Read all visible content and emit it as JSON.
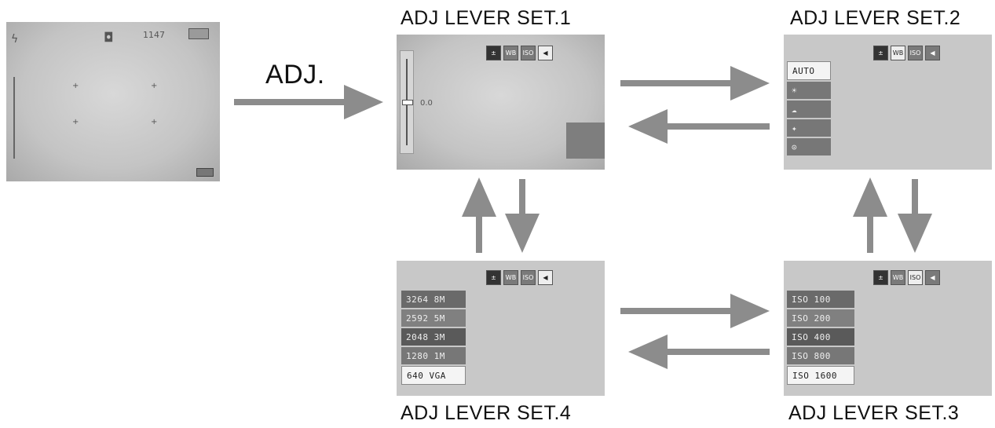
{
  "adj_label": "ADJ.",
  "titles": {
    "set1": "ADJ LEVER SET.1",
    "set2": "ADJ LEVER SET.2",
    "set3": "ADJ LEVER SET.3",
    "set4": "ADJ LEVER SET.4"
  },
  "live_view": {
    "count": "1147"
  },
  "set1": {
    "icons": [
      "±",
      "WB",
      "ISO",
      "◀"
    ],
    "exposure": "0.0"
  },
  "set2": {
    "icons": [
      "±",
      "WB",
      "ISO",
      "◀"
    ],
    "menu": [
      "AUTO",
      "☀",
      "☁",
      "✦",
      "⊙"
    ]
  },
  "set3": {
    "icons": [
      "±",
      "WB",
      "ISO",
      "◀"
    ],
    "menu": [
      "ISO 100",
      "ISO 200",
      "ISO 400",
      "ISO 800",
      "ISO 1600"
    ]
  },
  "set4": {
    "icons": [
      "±",
      "WB",
      "ISO",
      "◀"
    ],
    "menu": [
      "3264 8M",
      "2592 5M",
      "2048 3M",
      "1280 1M",
      "640 VGA"
    ]
  },
  "colors": {
    "arrow": "#8c8c8c",
    "screen": "#c8c8c8"
  }
}
